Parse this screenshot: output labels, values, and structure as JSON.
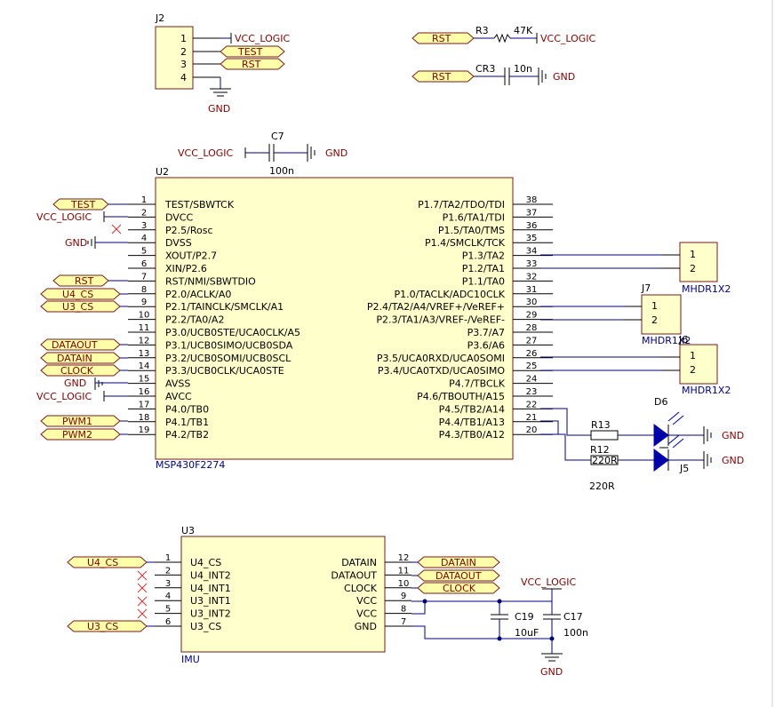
{
  "colors": {
    "wire": "#000080",
    "body_fill": "#ffffcc",
    "body_stroke": "#7a1a1a",
    "net_label": "#800000",
    "no_connect": "#cc3333",
    "led_fill": "#0000aa"
  },
  "j2": {
    "ref": "J2",
    "pins": [
      "1",
      "2",
      "3",
      "4"
    ],
    "vcc": "VCC_LOGIC",
    "test": "TEST",
    "rst": "RST",
    "gnd": "GND"
  },
  "r3": {
    "port": "RST",
    "ref": "R3",
    "value": "47K",
    "vcc": "VCC_LOGIC"
  },
  "cr3": {
    "port": "RST",
    "ref": "CR3",
    "value": "10n",
    "gnd": "GND"
  },
  "c7": {
    "vcc": "VCC_LOGIC",
    "ref": "C7",
    "value": "100n",
    "gnd": "GND"
  },
  "u2": {
    "ref": "U2",
    "part": "MSP430F2274",
    "left_pins": [
      {
        "num": "1",
        "name": "TEST/SBWTCK"
      },
      {
        "num": "2",
        "name": "DVCC"
      },
      {
        "num": "3",
        "name": "P2.5/Rosc"
      },
      {
        "num": "4",
        "name": "DVSS"
      },
      {
        "num": "5",
        "name": "XOUT/P2.7"
      },
      {
        "num": "6",
        "name": "XIN/P2.6"
      },
      {
        "num": "7",
        "name": "RST/NMI/SBWTDIO"
      },
      {
        "num": "8",
        "name": "P2.0/ACLK/A0"
      },
      {
        "num": "9",
        "name": "P2.1/TAINCLK/SMCLK/A1"
      },
      {
        "num": "10",
        "name": "P2.2/TA0/A2"
      },
      {
        "num": "11",
        "name": "P3.0/UCB0STE/UCA0CLK/A5"
      },
      {
        "num": "12",
        "name": "P3.1/UCB0SIMO/UCB0SDA"
      },
      {
        "num": "13",
        "name": "P3.2/UCB0SOMI/UCB0SCL"
      },
      {
        "num": "14",
        "name": "P3.3/UCB0CLK/UCA0STE"
      },
      {
        "num": "15",
        "name": "AVSS"
      },
      {
        "num": "16",
        "name": "AVCC"
      },
      {
        "num": "17",
        "name": "P4.0/TB0"
      },
      {
        "num": "18",
        "name": "P4.1/TB1"
      },
      {
        "num": "19",
        "name": "P4.2/TB2"
      }
    ],
    "right_pins": [
      {
        "num": "38",
        "name": "P1.7/TA2/TDO/TDI"
      },
      {
        "num": "37",
        "name": "P1.6/TA1/TDI"
      },
      {
        "num": "36",
        "name": "P1.5/TA0/TMS"
      },
      {
        "num": "35",
        "name": "P1.4/SMCLK/TCK"
      },
      {
        "num": "34",
        "name": "P1.3/TA2"
      },
      {
        "num": "33",
        "name": "P1.2/TA1"
      },
      {
        "num": "32",
        "name": "P1.1/TA0"
      },
      {
        "num": "31",
        "name": "P1.0/TACLK/ADC10CLK"
      },
      {
        "num": "30",
        "name": "P2.4/TA2/A4/VREF+/VeREF+"
      },
      {
        "num": "29",
        "name": "P2.3/TA1/A3/VREF-/VeREF-"
      },
      {
        "num": "28",
        "name": "P3.7/A7"
      },
      {
        "num": "27",
        "name": "P3.6/A6"
      },
      {
        "num": "26",
        "name": "P3.5/UCA0RXD/UCA0SOMI"
      },
      {
        "num": "25",
        "name": "P3.4/UCA0TXD/UCA0SIMO"
      },
      {
        "num": "24",
        "name": "P4.7/TBCLK"
      },
      {
        "num": "23",
        "name": "P4.6/TBOUTH/A15"
      },
      {
        "num": "22",
        "name": "P4.5/TB2/A14"
      },
      {
        "num": "21",
        "name": "P4.4/TB1/A13"
      },
      {
        "num": "20",
        "name": "P4.3/TB0/A12"
      }
    ],
    "left_nets": {
      "test": "TEST",
      "vcc": "VCC_LOGIC",
      "gnd": "GND",
      "rst": "RST",
      "u4cs": "U4_CS",
      "u3cs": "U3_CS",
      "dataout": "DATAOUT",
      "datain": "DATAIN",
      "clock": "CLOCK",
      "gnd2": "GND",
      "vcc2": "VCC_LOGIC",
      "pwm1": "PWM1",
      "pwm2": "PWM2"
    }
  },
  "headers": [
    {
      "ref": "",
      "value": "MHDR1X2",
      "pins": [
        "1",
        "2"
      ]
    },
    {
      "ref": "J7",
      "value": "MHDR1X2",
      "pins": [
        "1",
        "2"
      ]
    },
    {
      "ref": "J6",
      "value": "MHDR1X2",
      "pins": [
        "1",
        "2"
      ]
    }
  ],
  "leds": {
    "r13": "R13",
    "r12": "R12",
    "r12_val": "220R",
    "r_val": "220R",
    "d6": "D6",
    "d5": "J5",
    "gnd": "GND"
  },
  "u3": {
    "ref": "U3",
    "part": "IMU",
    "left_pins": [
      {
        "num": "1",
        "name": "U4_CS"
      },
      {
        "num": "2",
        "name": "U4_INT2"
      },
      {
        "num": "3",
        "name": "U4_INT1"
      },
      {
        "num": "4",
        "name": "U3_INT1"
      },
      {
        "num": "5",
        "name": "U3_INT2"
      },
      {
        "num": "6",
        "name": "U3_CS"
      }
    ],
    "right_pins": [
      {
        "num": "12",
        "name": "DATAIN"
      },
      {
        "num": "11",
        "name": "DATAOUT"
      },
      {
        "num": "10",
        "name": "CLOCK"
      },
      {
        "num": "9",
        "name": "VCC"
      },
      {
        "num": "8",
        "name": "VCC"
      },
      {
        "num": "7",
        "name": "GND"
      }
    ],
    "left_nets": {
      "u4cs": "U4_CS",
      "u3cs": "U3_CS"
    },
    "right_nets": {
      "datain": "DATAIN",
      "dataout": "DATAOUT",
      "clock": "CLOCK"
    }
  },
  "decoupling": {
    "vcc": "VCC_LOGIC",
    "c19": "C19",
    "c19_val": "10uF",
    "c17": "C17",
    "c17_val": "100n",
    "gnd": "GND"
  }
}
